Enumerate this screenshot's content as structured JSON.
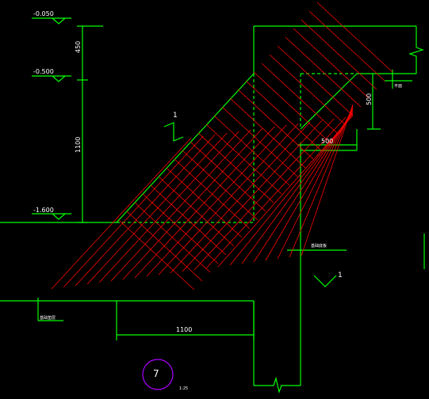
{
  "drawing": {
    "background": "#000000",
    "colors": {
      "outline": "#00ff00",
      "rebar": "#ff0000",
      "text": "#ffffff",
      "symbol": "#aa00ff",
      "accent": "#00ffff"
    },
    "elevations": [
      "-0.050",
      "-0.500",
      "-1.600"
    ],
    "dims": {
      "upper": "450",
      "lower": "1100",
      "step_h": "500",
      "step_w": "500",
      "bottom": "1100"
    },
    "section_markers": [
      "1",
      "1"
    ],
    "small_labels": {
      "right_top": "平面",
      "right_mid": "基础底板",
      "left_bottom": "基础垫层"
    },
    "detail_number": "7",
    "scale_label": "1:25"
  }
}
